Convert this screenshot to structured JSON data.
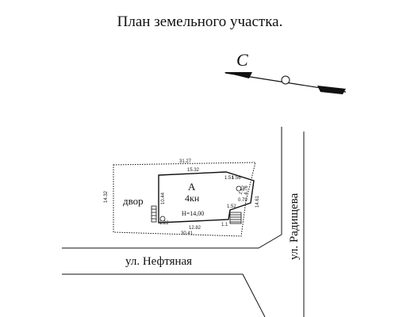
{
  "title": "План земельного участка.",
  "north_label": "С",
  "streets": {
    "horizontal": "ул. Нефтяная",
    "vertical": "ул. Радищева"
  },
  "yard_label": "двор",
  "building": {
    "letter": "А",
    "floors": "4кн",
    "height": "Н=14,00"
  },
  "dimensions": {
    "plot_top": "31.27",
    "plot_bottom": "30.41",
    "plot_left": "14.32",
    "plot_right": "14.61",
    "bld_top": "15.32",
    "bld_bottom": "12.82",
    "bld_left": "10.44",
    "bld_right": "4.76",
    "corner_a": "1.51",
    "corner_b": "1.56",
    "corner_c": "1.52",
    "corner_d": "0.79",
    "corner_e": "1.52",
    "corner_f": "1.22",
    "corner_g": "1.1"
  }
}
